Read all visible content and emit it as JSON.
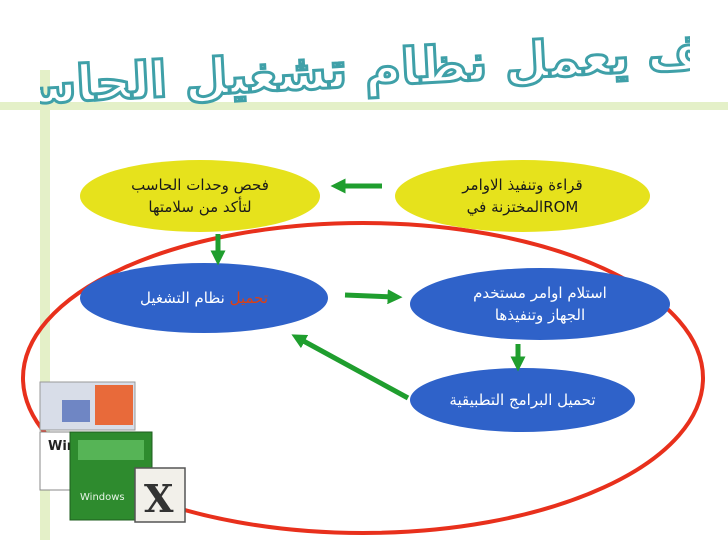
{
  "title": "كيف يعمل نظام تشغيل الحاسب",
  "nodes": {
    "read_rom": {
      "line1": "قراءة وتنفيذ الاوامر",
      "line2": "ROMالمختزنة في"
    },
    "check_units": {
      "line1": "فحص وحدات الحاسب",
      "line2": "لتأكد من سلامتها"
    },
    "load_os": {
      "highlight": "تحميل",
      "rest": " نظام التشغيل"
    },
    "receive_commands": {
      "line1": "استلام اوامر مستخدم",
      "line2": "الجهاز وتنفيذها"
    },
    "load_apps": {
      "text": "تحميل البرامج التطبيقية"
    }
  },
  "box_art": {
    "win_label": "Wir",
    "xp_label": "Windows",
    "x_label": "X"
  },
  "colors": {
    "yellow": "#e6e21c",
    "blue": "#2f62c9",
    "arrow": "#1f9e2e",
    "ring": "#e8301c",
    "title": "#3fa0a8"
  }
}
